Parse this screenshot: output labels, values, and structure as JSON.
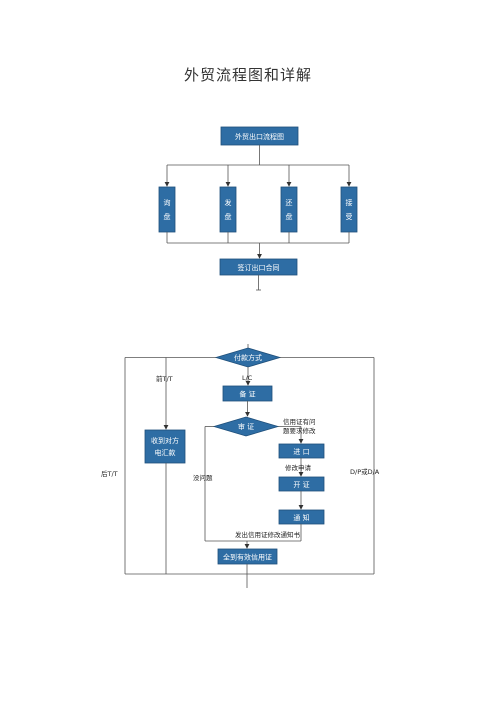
{
  "document": {
    "title": "外贸流程图和详解"
  },
  "flow1": {
    "top_box": "外贸出口流程图",
    "steps": [
      {
        "c1": "询",
        "c2": "盘"
      },
      {
        "c1": "发",
        "c2": "盘"
      },
      {
        "c1": "还",
        "c2": "盘"
      },
      {
        "c1": "接",
        "c2": "受"
      }
    ],
    "bottom_box": "签订出口合同"
  },
  "flow2": {
    "decision1": "付款方式",
    "lc_label": "L/C",
    "prepare": "备 证",
    "decision2": "审 证",
    "issue_note_line1": "信用证有问",
    "issue_note_line2": "题要求修改",
    "import_box": "进 口",
    "amend_request": "修改申请",
    "issue_box": "开 证",
    "notify_box": "通 知",
    "amend_notice": "发出信用证修改通知书",
    "receive_box": "全到有效信用证",
    "no_problem": "没问题",
    "pre_tt": "前T/T",
    "post_tt": "后T/T",
    "remit_line1": "收到对方",
    "remit_line2": "电汇款",
    "dp_da": "D/P或D/A"
  }
}
